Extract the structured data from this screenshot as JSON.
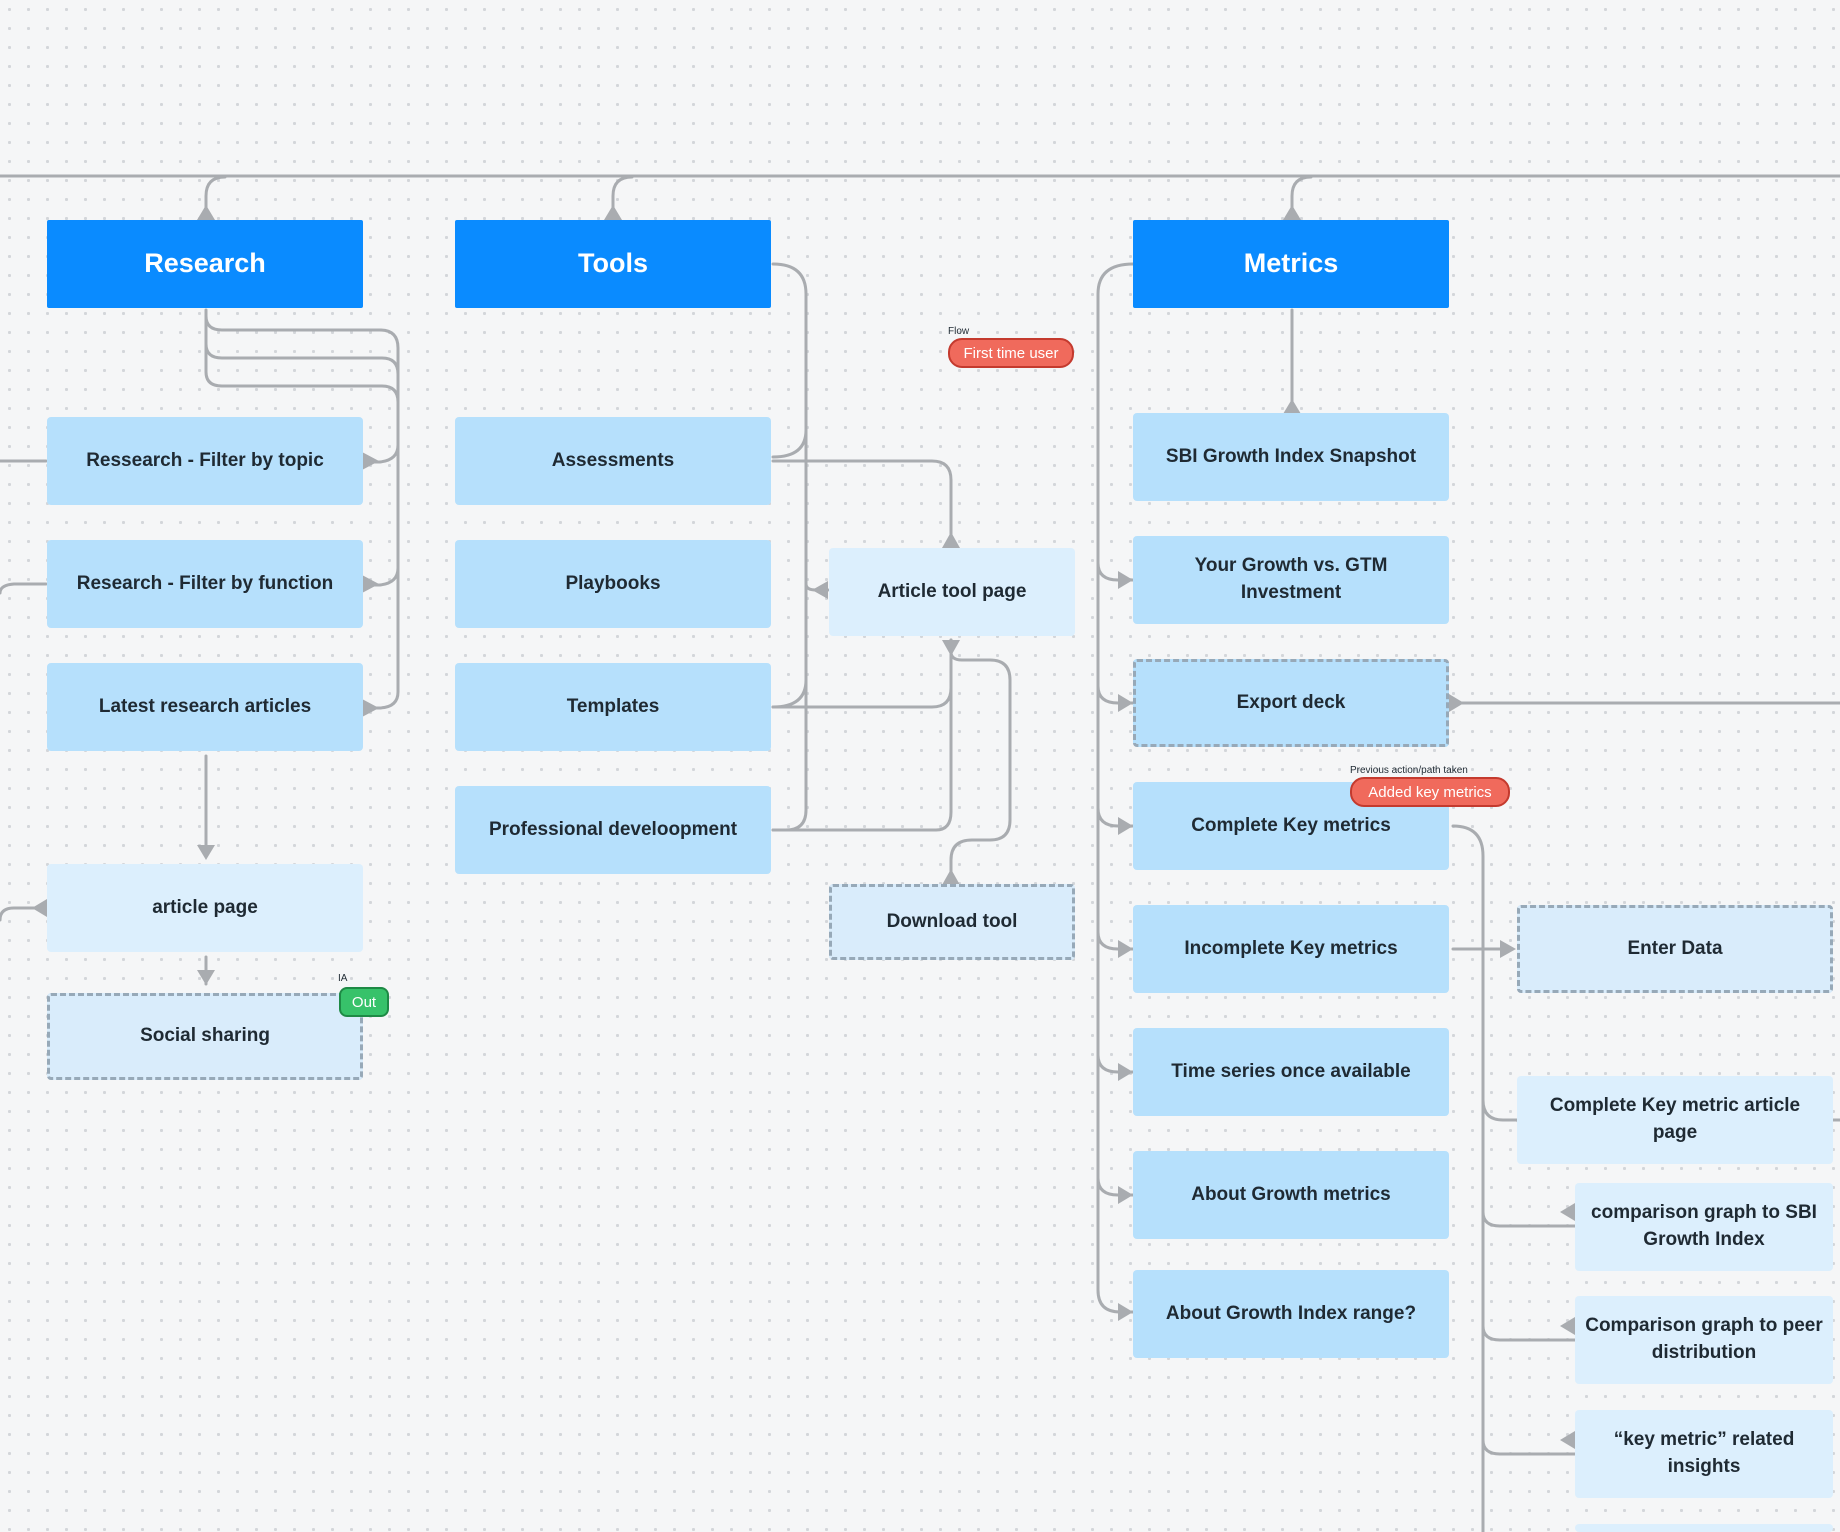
{
  "diagram": {
    "headers": {
      "research": "Research",
      "tools": "Tools",
      "metrics": "Metrics"
    },
    "research_items": {
      "filter_topic": "Ressearch - Filter by topic",
      "filter_function": "Research - Filter by function",
      "latest_articles": "Latest research articles",
      "article_page": "article page",
      "social_sharing": "Social sharing"
    },
    "tools_items": {
      "assessments": "Assessments",
      "playbooks": "Playbooks",
      "templates": "Templates",
      "professional_development": "Professional develoopment",
      "article_tool_page": "Article tool page",
      "download_tool": "Download tool"
    },
    "metrics_items": {
      "snapshot": "SBI Growth Index Snapshot",
      "growth_vs_gtm": "Your Growth vs. GTM Investment",
      "export_deck": "Export deck",
      "complete_key_metrics": "Complete Key metrics",
      "incomplete_key_metrics": "Incomplete  Key metrics",
      "time_series": "Time series once available",
      "about_growth_metrics": "About Growth metrics",
      "about_growth_index_range": "About Growth Index range?",
      "enter_data": "Enter Data",
      "complete_key_metric_article": "Complete Key metric article page",
      "comparison_sbi": "comparison graph to SBI Growth Index",
      "comparison_peer": "Comparison graph to peer distribution",
      "related_insights": "“key metric” related insights"
    },
    "tags": {
      "flow_caption": "Flow",
      "flow_label": "First time user",
      "previous_caption": "Previous action/path taken",
      "previous_label": "Added key metrics",
      "ia_caption": "IA",
      "ia_label": "Out"
    },
    "colors": {
      "header": "#0a8bff",
      "item": "#b6e0fc",
      "light_item": "#dceffd",
      "connector": "#a9acb0",
      "flow_tag": "#f06a5c",
      "ia_tag": "#37c26a"
    }
  }
}
